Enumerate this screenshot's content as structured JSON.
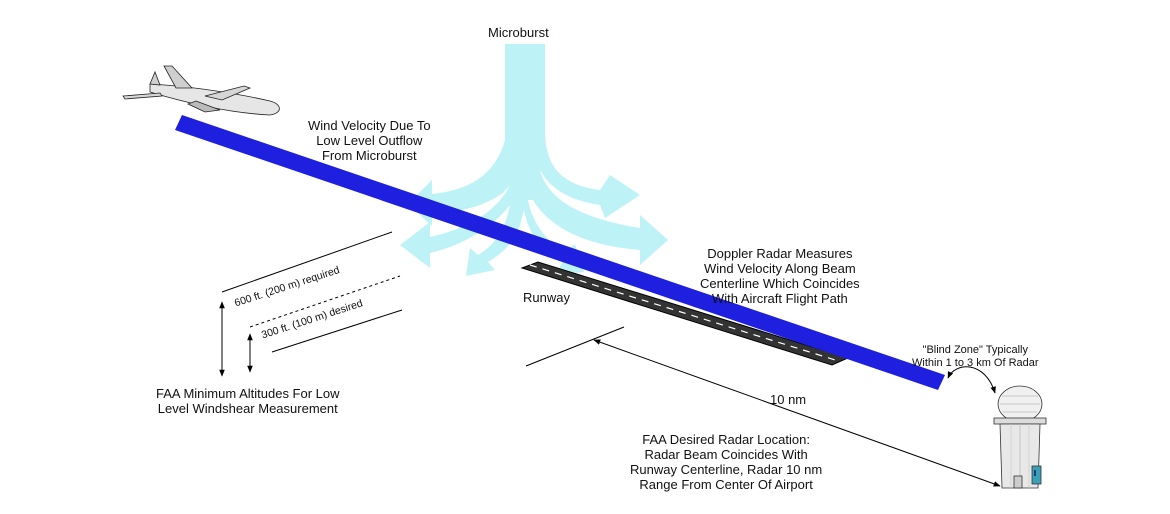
{
  "labels": {
    "microburst": "Microburst",
    "wind_velocity": "Wind Velocity Due To\nLow Level Outflow\nFrom Microburst",
    "doppler": "Doppler Radar Measures\nWind Velocity Along Beam\nCenterline Which Coincides\nWith Aircraft Flight Path",
    "runway": "Runway",
    "alt_required": "600 ft. (200 m) required",
    "alt_desired": "300 ft. (100 m) desired",
    "faa_min": "FAA Minimum Altitudes For Low\nLevel Windshear Measurement",
    "blind_zone": "\"Blind Zone\" Typically\nWithin 1 to 3 km Of Radar",
    "distance": "10 nm",
    "faa_desired": "FAA Desired Radar Location:\nRadar Beam Coincides With\nRunway Centerline, Radar 10 nm\nRange From Center Of Airport"
  },
  "colors": {
    "beam": "#1f1fe0",
    "microburst": "#bdf3f7",
    "runway": "#333333",
    "line": "#000000"
  },
  "icons": [
    "airplane-icon",
    "radar-tower-icon"
  ]
}
